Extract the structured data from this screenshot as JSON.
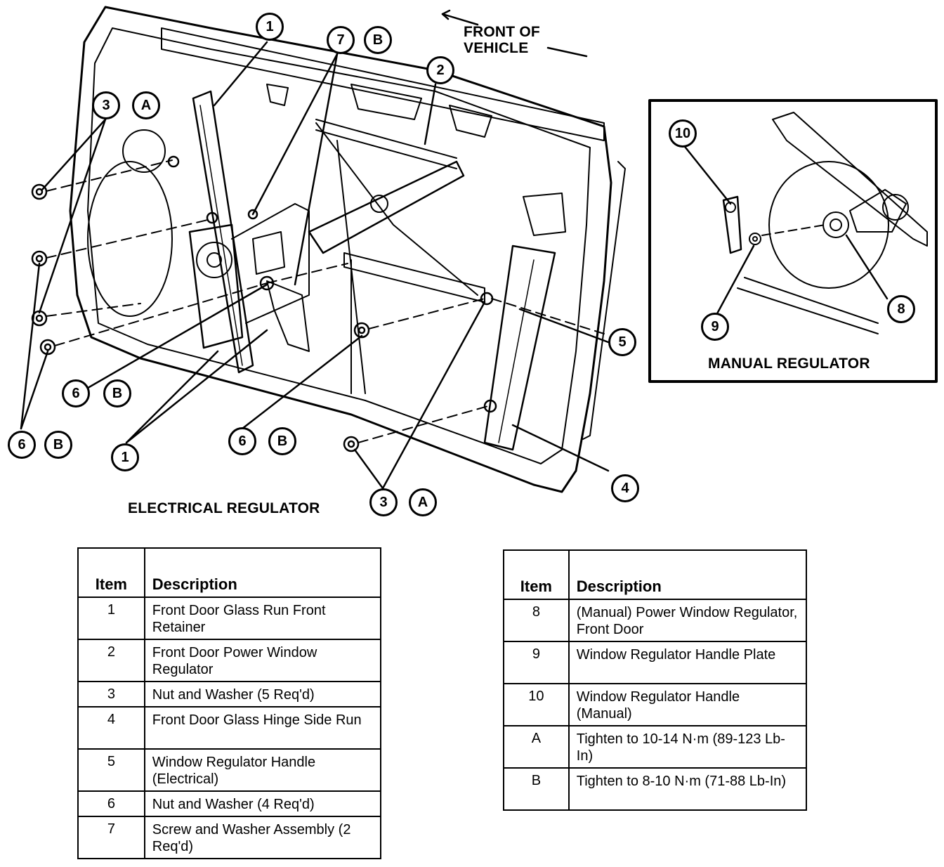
{
  "header": {
    "direction_label_line1": "FRONT OF",
    "direction_label_line2": "VEHICLE"
  },
  "panels": {
    "electrical_title": "ELECTRICAL REGULATOR",
    "manual_title": "MANUAL REGULATOR"
  },
  "callouts": {
    "c1_top": "1",
    "c7": "7",
    "c7b": "B",
    "c2": "2",
    "c3_left": "3",
    "c3_left_a": "A",
    "c6_mid": "6",
    "c6_mid_b": "B",
    "c6_left": "6",
    "c6_left_b": "B",
    "c1_bottom": "1",
    "c6_low": "6",
    "c6_low_b": "B",
    "c3_bottom": "3",
    "c3_bottom_a": "A",
    "c5": "5",
    "c4": "4",
    "c10": "10",
    "c9": "9",
    "c8": "8"
  },
  "legend_left": {
    "header_item": "Item",
    "header_desc": "Description",
    "rows": [
      {
        "item": "1",
        "desc": "Front Door Glass Run Front Retainer"
      },
      {
        "item": "2",
        "desc": "Front Door Power Window Regulator"
      },
      {
        "item": "3",
        "desc": "Nut and Washer (5 Req'd)"
      },
      {
        "item": "4",
        "desc": "Front Door Glass Hinge Side Run"
      },
      {
        "item": "5",
        "desc": "Window Regulator Handle (Electrical)"
      },
      {
        "item": "6",
        "desc": "Nut and Washer (4 Req'd)"
      },
      {
        "item": "7",
        "desc": "Screw and Washer Assembly (2 Req'd)"
      }
    ]
  },
  "legend_right": {
    "header_item": "Item",
    "header_desc": "Description",
    "rows": [
      {
        "item": "8",
        "desc": "(Manual) Power Window Regulator, Front Door"
      },
      {
        "item": "9",
        "desc": "Window Regulator Handle Plate"
      },
      {
        "item": "10",
        "desc": "Window Regulator Handle (Manual)"
      },
      {
        "item": "A",
        "desc": "Tighten to 10-14 N·m (89-123 Lb-In)"
      },
      {
        "item": "B",
        "desc": "Tighten to 8-10 N·m (71-88 Lb-In)"
      }
    ]
  }
}
